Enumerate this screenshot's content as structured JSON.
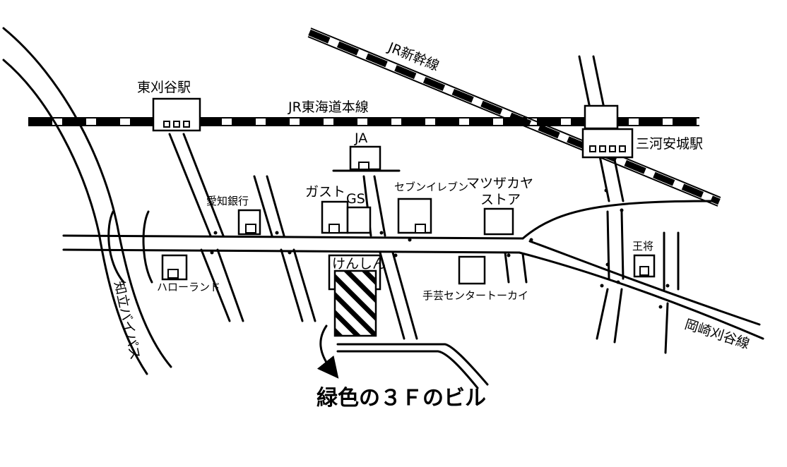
{
  "railways": {
    "tokaido": "JR東海道本線",
    "shinkansen": "JR新幹線"
  },
  "stations": {
    "higashi_kariya": "東刈谷駅",
    "mikawa_anjo": "三河安城駅"
  },
  "roads": {
    "chiryu_bypass": "知立バイパス",
    "okazaki_kariya": "岡崎刈谷線"
  },
  "landmarks": {
    "ja": "JA",
    "gusto": "ガスト",
    "gs": "GS",
    "seven_eleven": "セブンイレブン",
    "matsuzakaya_line1": "マツザカヤ",
    "matsuzakaya_line2": "ストア",
    "aichi_bank": "愛知銀行",
    "hello_land": "ハローランド",
    "tsuru": "王将",
    "shugei_center": "手芸センタートーカイ",
    "kenshin": "けんしん"
  },
  "destination": "緑色の３Ｆのビル",
  "colors": {
    "ink": "#000000",
    "paper": "#ffffff"
  }
}
